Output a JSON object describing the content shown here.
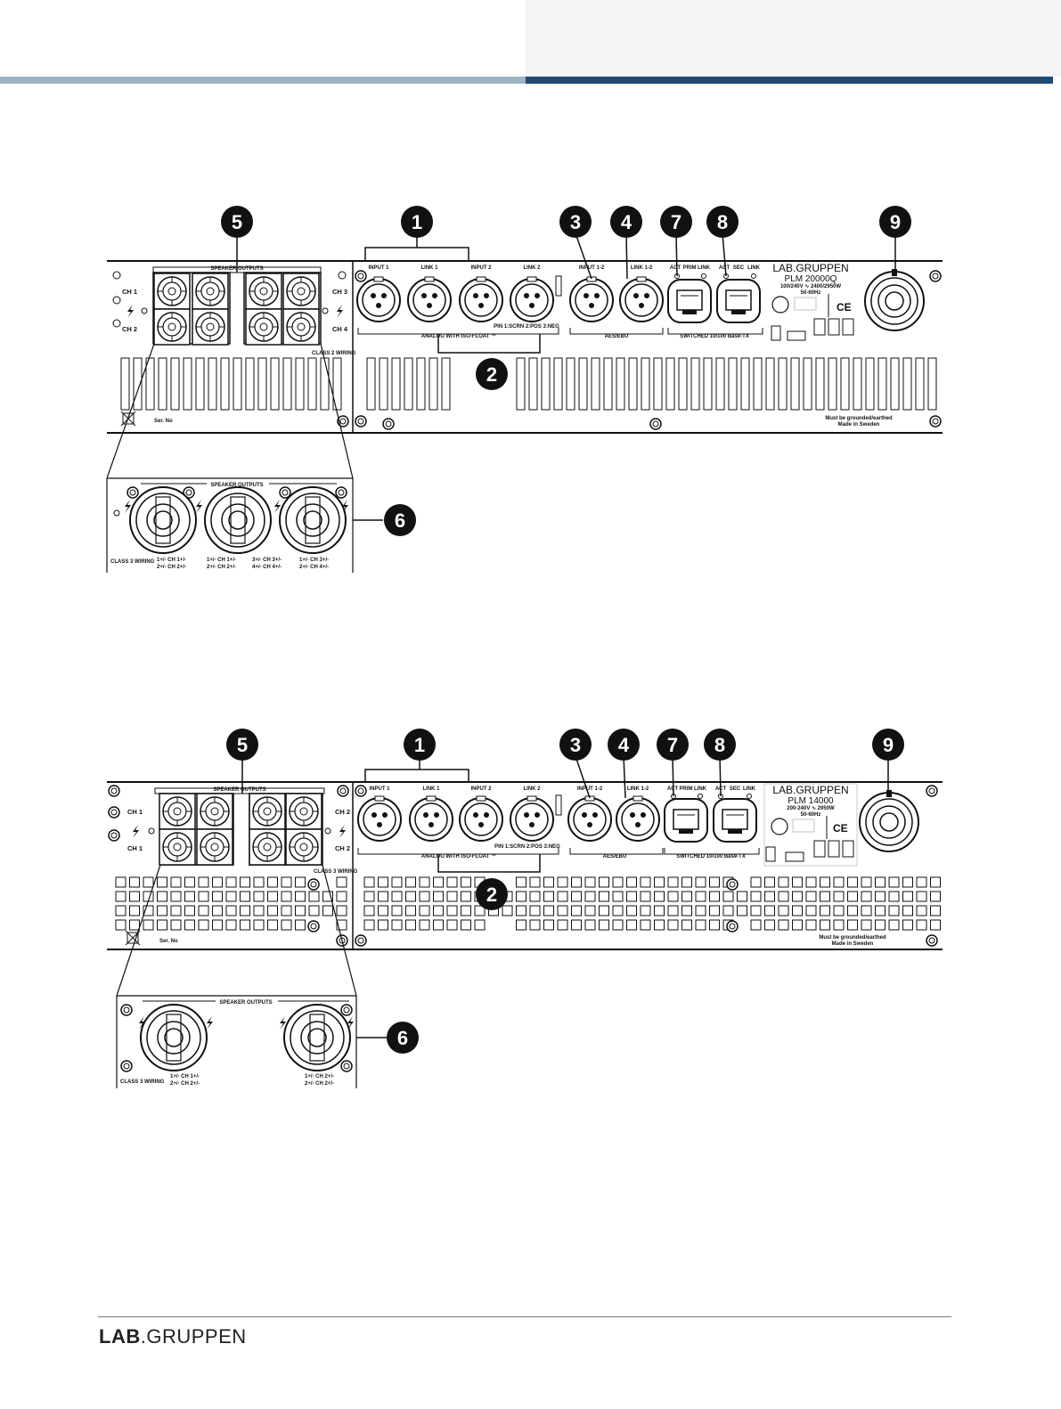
{
  "footer": {
    "logo_lab": "LAB",
    "logo_gruppen": ".GRUPPEN"
  },
  "panels": [
    {
      "callouts": [
        "5",
        "1",
        "3",
        "4",
        "7",
        "8",
        "9",
        "2",
        "6"
      ],
      "speaker_outputs": "SPEAKER OUTPUTS",
      "ch_left_top": "CH 1",
      "ch_left_bottom": "CH 2",
      "ch_right_top": "CH 3",
      "ch_right_bottom": "CH 4",
      "class2": "CLASS 2 WIRING",
      "input1": "INPUT 1",
      "link1": "LINK 1",
      "input2": "INPUT 2",
      "link2": "LINK 2",
      "aes_input": "INPUT 1-2",
      "aes_link": "LINK 1-2",
      "act1": "ACT",
      "prim": "PRIM",
      "link_a": "LINK",
      "act2": "ACT",
      "sec": "SEC",
      "link_b": "LINK",
      "analog": "ANALOG WITH ISO-FLOAT ™",
      "pin": "PIN 1:SCRN 2:POS 3:NEG",
      "aes": "AES/EBU",
      "switched": "SWITCHED 10/100 Base-TX",
      "brand": "LAB.GRUPPEN",
      "model": "PLM 20000Q",
      "rating": "100/240V ∿ 2400/2950W",
      "freq": "50-60Hz",
      "ground": "Must be grounded/earthed",
      "made": "Made in Sweden",
      "serial": "Ser. No",
      "zoom_title": "SPEAKER OUTPUTS",
      "zoom_class": "CLASS 3 WIRING",
      "zoom_w1a": "1+/- CH 1+/-",
      "zoom_w1b": "2+/- CH 2+/-",
      "zoom_w2a": "1+/- CH 1+/-",
      "zoom_w2b": "2+/- CH 2+/-",
      "zoom_w3a": "3+/- CH 3+/-",
      "zoom_w3b": "4+/- CH 4+/-",
      "zoom_w4a": "1+/- CH 3+/-",
      "zoom_w4b": "2+/- CH 4+/-"
    },
    {
      "callouts": [
        "5",
        "1",
        "3",
        "4",
        "7",
        "8",
        "9",
        "2",
        "6"
      ],
      "speaker_outputs": "SPEAKER OUTPUTS",
      "ch_left_top": "CH 1",
      "ch_left_bottom": "CH 1",
      "ch_right_top": "CH 2",
      "ch_right_bottom": "CH 2",
      "class2": "CLASS 3 WIRING",
      "input1": "INPUT 1",
      "link1": "LINK 1",
      "input2": "INPUT 2",
      "link2": "LINK 2",
      "aes_input": "INPUT 1-2",
      "aes_link": "LINK 1-2",
      "act1": "ACT",
      "prim": "PRIM",
      "link_a": "LINK",
      "act2": "ACT",
      "sec": "SEC",
      "link_b": "LINK",
      "analog": "ANALOG WITH ISO-FLOAT ™",
      "pin": "PIN 1:SCRN 2:POS 3:NEG",
      "aes": "AES/EBU",
      "switched": "SWITCHED 10/100 Base-TX",
      "brand": "LAB.GRUPPEN",
      "model": "PLM 14000",
      "rating": "200-240V ∿ 2950W",
      "freq": "50-60Hz",
      "ground": "Must be grounded/earthed",
      "made": "Made in Sweden",
      "serial": "Ser. No",
      "zoom_title": "SPEAKER OUTPUTS",
      "zoom_class": "CLASS 3 WIRING",
      "zoom_w1a": "1+/- CH 1+/-",
      "zoom_w1b": "2+/- CH 2+/-",
      "zoom_w2a": "1+/- CH 2+/-",
      "zoom_w2b": "2+/- CH 2+/-"
    }
  ]
}
